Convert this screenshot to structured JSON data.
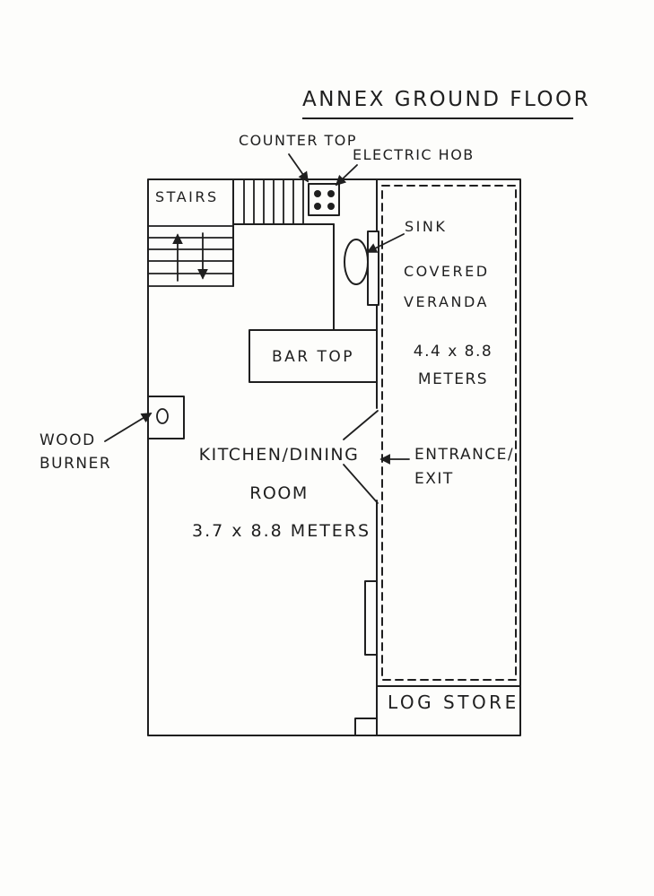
{
  "title": "ANNEX GROUND FLOOR",
  "labels": {
    "stairs": "STAIRS",
    "counter_top": "COUNTER TOP",
    "electric_hob": "ELECTRIC HOB",
    "sink": "SINK",
    "covered_veranda": "COVERED\nVERANDA",
    "veranda_dimensions": "4.4 x 8.8\nMETERS",
    "bar_top": "BAR TOP",
    "wood_burner": "WOOD\nBURNER",
    "kitchen_dining_room": "KITCHEN/DINING\nROOM",
    "entrance_exit": "ENTRANCE/\nEXIT",
    "kitchen_dimensions": "3.7 x 8.8 METERS",
    "log_store": "LOG STORE"
  },
  "colors": {
    "ink": "#1f1f1f",
    "paper": "#fdfdfb"
  }
}
